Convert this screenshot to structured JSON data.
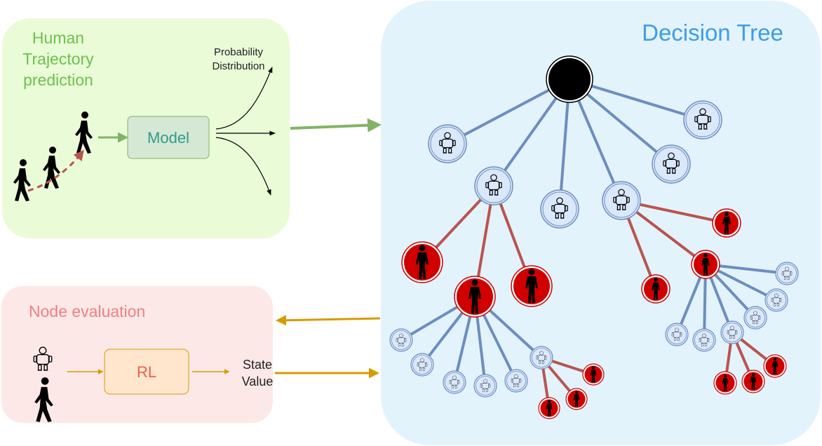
{
  "trajectory_panel": {
    "title_lines": [
      "Human",
      "Trajectory",
      "prediction"
    ],
    "model_label": "Model",
    "probability_lines": [
      "Probability",
      "Distribution"
    ]
  },
  "evaluation_panel": {
    "title": "Node evaluation",
    "rl_label": "RL",
    "state_value_lines": [
      "State",
      "Value"
    ]
  },
  "tree_panel": {
    "title": "Decision Tree"
  },
  "colors": {
    "traj_bg": "#eafbd8",
    "traj_title": "#6cc24a",
    "model_fill": "#d5e8d4",
    "model_text": "#2e9c8c",
    "eval_bg": "#fde8e8",
    "eval_title": "#f08080",
    "rl_fill": "#ffe6cc",
    "rl_text": "#e8604c",
    "tree_bg": "#e3f3fc",
    "tree_title": "#3d9ce8",
    "robot_edge": "#6c8ebf",
    "human_edge": "#b85450",
    "human_node": "#d00000",
    "green_arrow": "#82b366",
    "gold_arrow": "#d79b00"
  },
  "icons": [
    "walking-person-icon",
    "robot-icon",
    "dotted-robot-icon",
    "human-silhouette-icon"
  ]
}
